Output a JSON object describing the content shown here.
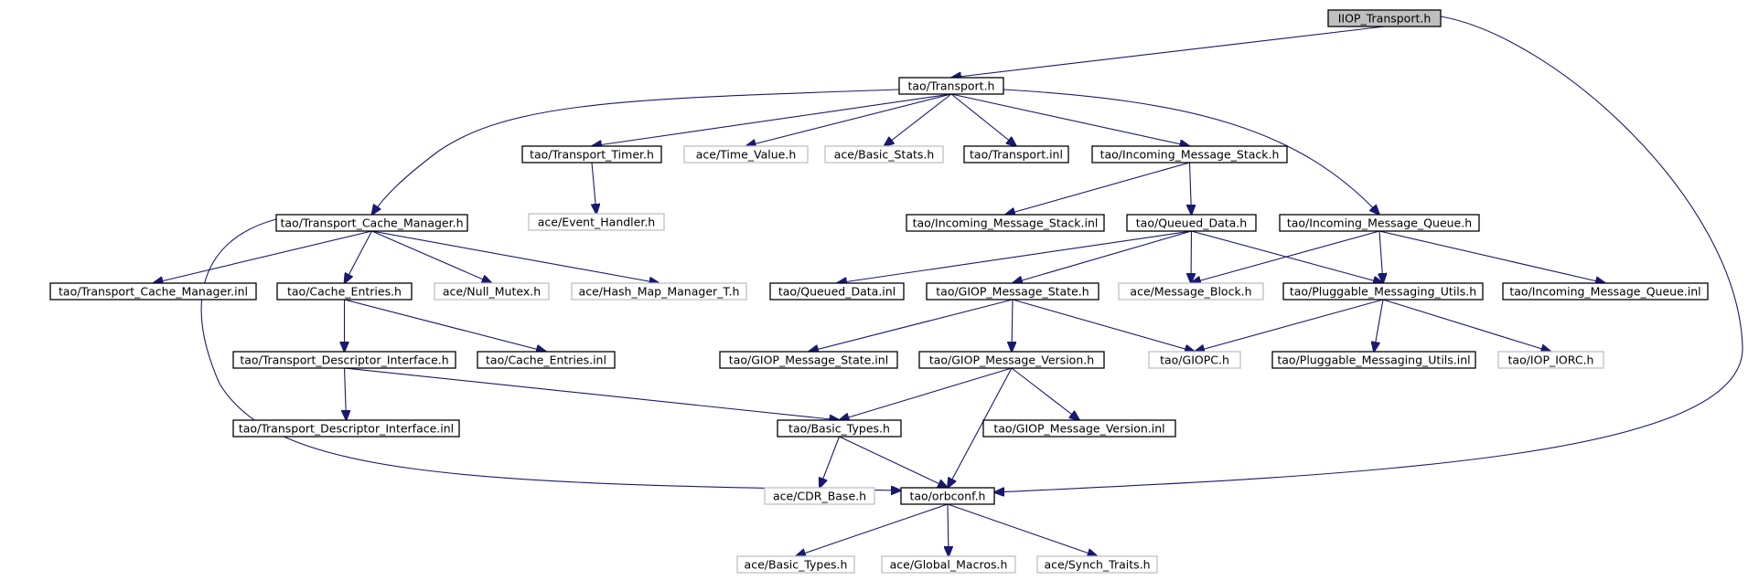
{
  "diagram": {
    "nodes": [
      {
        "id": "iiop_transport",
        "label": "IIOP_Transport.h",
        "kind": "root"
      },
      {
        "id": "transport",
        "label": "tao/Transport.h",
        "kind": "local"
      },
      {
        "id": "transport_timer",
        "label": "tao/Transport_Timer.h",
        "kind": "local"
      },
      {
        "id": "time_value",
        "label": "ace/Time_Value.h",
        "kind": "external"
      },
      {
        "id": "basic_stats",
        "label": "ace/Basic_Stats.h",
        "kind": "external"
      },
      {
        "id": "transport_inl",
        "label": "tao/Transport.inl",
        "kind": "local"
      },
      {
        "id": "incoming_stack",
        "label": "tao/Incoming_Message_Stack.h",
        "kind": "local"
      },
      {
        "id": "event_handler",
        "label": "ace/Event_Handler.h",
        "kind": "external"
      },
      {
        "id": "transport_cache_mgr",
        "label": "tao/Transport_Cache_Manager.h",
        "kind": "local"
      },
      {
        "id": "incoming_stack_inl",
        "label": "tao/Incoming_Message_Stack.inl",
        "kind": "local"
      },
      {
        "id": "queued_data",
        "label": "tao/Queued_Data.h",
        "kind": "local"
      },
      {
        "id": "incoming_queue",
        "label": "tao/Incoming_Message_Queue.h",
        "kind": "local"
      },
      {
        "id": "transport_cache_mgr_inl",
        "label": "tao/Transport_Cache_Manager.inl",
        "kind": "local"
      },
      {
        "id": "cache_entries",
        "label": "tao/Cache_Entries.h",
        "kind": "local"
      },
      {
        "id": "null_mutex",
        "label": "ace/Null_Mutex.h",
        "kind": "external"
      },
      {
        "id": "hash_map_mgr",
        "label": "ace/Hash_Map_Manager_T.h",
        "kind": "external"
      },
      {
        "id": "queued_data_inl",
        "label": "tao/Queued_Data.inl",
        "kind": "local"
      },
      {
        "id": "giop_msg_state",
        "label": "tao/GIOP_Message_State.h",
        "kind": "local"
      },
      {
        "id": "message_block",
        "label": "ace/Message_Block.h",
        "kind": "external"
      },
      {
        "id": "pluggable_utils",
        "label": "tao/Pluggable_Messaging_Utils.h",
        "kind": "local"
      },
      {
        "id": "incoming_queue_inl",
        "label": "tao/Incoming_Message_Queue.inl",
        "kind": "local"
      },
      {
        "id": "transport_desc_if",
        "label": "tao/Transport_Descriptor_Interface.h",
        "kind": "local"
      },
      {
        "id": "cache_entries_inl",
        "label": "tao/Cache_Entries.inl",
        "kind": "local"
      },
      {
        "id": "giop_msg_state_inl",
        "label": "tao/GIOP_Message_State.inl",
        "kind": "local"
      },
      {
        "id": "giop_msg_version",
        "label": "tao/GIOP_Message_Version.h",
        "kind": "local"
      },
      {
        "id": "giopc",
        "label": "tao/GIOPC.h",
        "kind": "external"
      },
      {
        "id": "pluggable_utils_inl",
        "label": "tao/Pluggable_Messaging_Utils.inl",
        "kind": "local"
      },
      {
        "id": "iop_iorc",
        "label": "tao/IOP_IORC.h",
        "kind": "external"
      },
      {
        "id": "transport_desc_if_inl",
        "label": "tao/Transport_Descriptor_Interface.inl",
        "kind": "local"
      },
      {
        "id": "basic_types_tao",
        "label": "tao/Basic_Types.h",
        "kind": "local"
      },
      {
        "id": "giop_msg_version_inl",
        "label": "tao/GIOP_Message_Version.inl",
        "kind": "local"
      },
      {
        "id": "cdr_base",
        "label": "ace/CDR_Base.h",
        "kind": "external"
      },
      {
        "id": "orbconf",
        "label": "tao/orbconf.h",
        "kind": "local"
      },
      {
        "id": "basic_types_ace",
        "label": "ace/Basic_Types.h",
        "kind": "external"
      },
      {
        "id": "global_macros",
        "label": "ace/Global_Macros.h",
        "kind": "external"
      },
      {
        "id": "synch_traits",
        "label": "ace/Synch_Traits.h",
        "kind": "external"
      }
    ],
    "edges": [
      [
        "iiop_transport",
        "transport"
      ],
      [
        "iiop_transport",
        "orbconf"
      ],
      [
        "transport",
        "transport_cache_mgr"
      ],
      [
        "transport",
        "transport_timer"
      ],
      [
        "transport",
        "time_value"
      ],
      [
        "transport",
        "basic_stats"
      ],
      [
        "transport",
        "transport_inl"
      ],
      [
        "transport",
        "incoming_stack"
      ],
      [
        "transport",
        "incoming_queue"
      ],
      [
        "transport_timer",
        "event_handler"
      ],
      [
        "incoming_stack",
        "incoming_stack_inl"
      ],
      [
        "incoming_stack",
        "queued_data"
      ],
      [
        "transport_cache_mgr",
        "orbconf"
      ],
      [
        "transport_cache_mgr",
        "transport_cache_mgr_inl"
      ],
      [
        "transport_cache_mgr",
        "cache_entries"
      ],
      [
        "transport_cache_mgr",
        "null_mutex"
      ],
      [
        "transport_cache_mgr",
        "hash_map_mgr"
      ],
      [
        "queued_data",
        "queued_data_inl"
      ],
      [
        "queued_data",
        "giop_msg_state"
      ],
      [
        "queued_data",
        "message_block"
      ],
      [
        "queued_data",
        "pluggable_utils"
      ],
      [
        "incoming_queue",
        "message_block"
      ],
      [
        "incoming_queue",
        "pluggable_utils"
      ],
      [
        "incoming_queue",
        "incoming_queue_inl"
      ],
      [
        "cache_entries",
        "transport_desc_if"
      ],
      [
        "cache_entries",
        "cache_entries_inl"
      ],
      [
        "giop_msg_state",
        "giop_msg_state_inl"
      ],
      [
        "giop_msg_state",
        "giop_msg_version"
      ],
      [
        "giop_msg_state",
        "giopc"
      ],
      [
        "pluggable_utils",
        "giopc"
      ],
      [
        "pluggable_utils",
        "pluggable_utils_inl"
      ],
      [
        "pluggable_utils",
        "iop_iorc"
      ],
      [
        "transport_desc_if",
        "transport_desc_if_inl"
      ],
      [
        "transport_desc_if",
        "basic_types_tao"
      ],
      [
        "giop_msg_version",
        "basic_types_tao"
      ],
      [
        "giop_msg_version",
        "orbconf"
      ],
      [
        "giop_msg_version",
        "giop_msg_version_inl"
      ],
      [
        "basic_types_tao",
        "cdr_base"
      ],
      [
        "basic_types_tao",
        "orbconf"
      ],
      [
        "orbconf",
        "basic_types_ace"
      ],
      [
        "orbconf",
        "global_macros"
      ],
      [
        "orbconf",
        "synch_traits"
      ]
    ]
  }
}
